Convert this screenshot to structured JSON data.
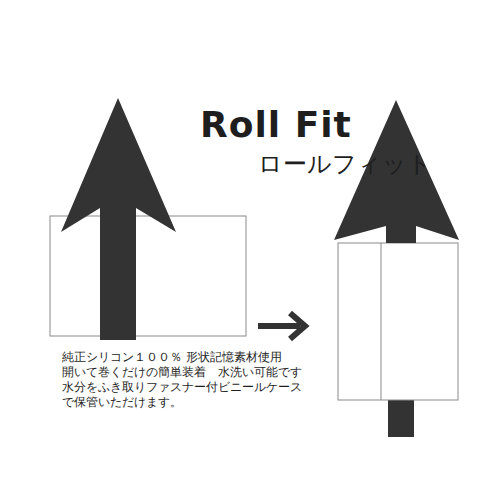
{
  "diagram": {
    "title": "Roll Fit",
    "labels": [
      "ロールフィット",
      "純正シリコン１００％ 形状記憶素材使用",
      "開いて巻くだけの簡単装着　水洗い可能です",
      "水分をふき取りファスナー付ビニールケース",
      "で保管いただけます。"
    ]
  }
}
